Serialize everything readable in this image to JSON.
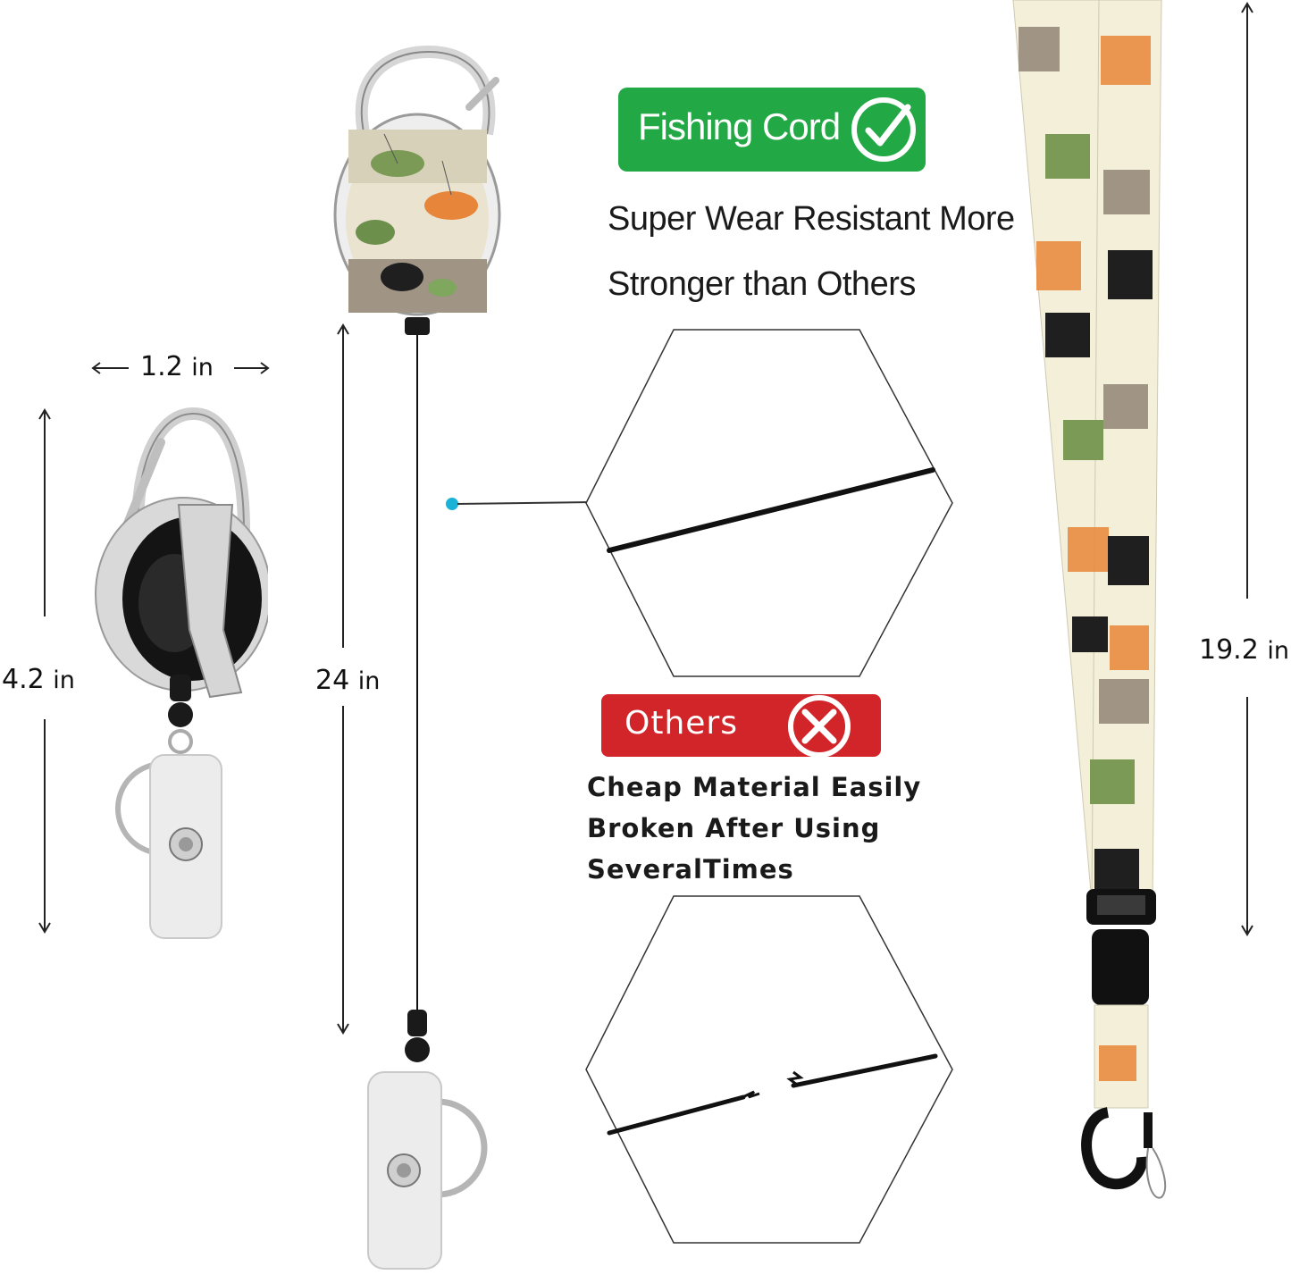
{
  "dimensions": {
    "width_label": {
      "value": "1.2",
      "unit": "in"
    },
    "reel_height_label": {
      "value": "4.2",
      "unit": "in"
    },
    "cord_length_label": {
      "value": "24",
      "unit": "in"
    },
    "lanyard_length_label": {
      "value": "19.2",
      "unit": "in"
    }
  },
  "comparison": {
    "good": {
      "badge": "Fishing Cord",
      "lines": [
        "Super Wear Resistant More",
        "Stronger than Others"
      ]
    },
    "bad": {
      "badge": "Others",
      "lines": [
        "Cheap Material Easily",
        "Broken After Using",
        "SeveralTimes"
      ]
    }
  },
  "colors": {
    "good_badge": "#22a845",
    "bad_badge": "#d2252a",
    "pointer_dot": "#1ab3d8",
    "lanyard_bg": "#f3efd8",
    "cat_orange": "#e7863a"
  },
  "icons": [
    "check-circle-icon",
    "x-circle-icon"
  ]
}
